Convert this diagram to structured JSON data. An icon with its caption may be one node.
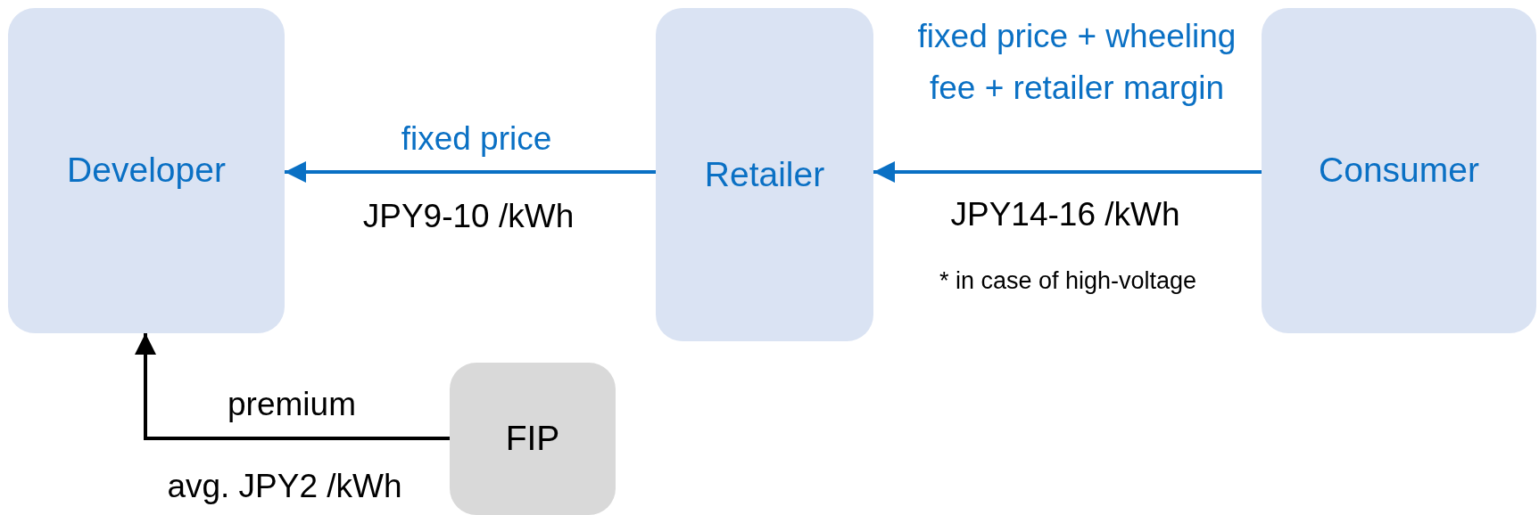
{
  "diagram": {
    "nodes": [
      {
        "text": [
          "Developer"
        ]
      },
      {
        "text": [
          "Retailer"
        ]
      },
      {
        "text": [
          "Consumer"
        ]
      },
      {
        "text": [
          "FIP"
        ]
      }
    ],
    "edges": [
      {
        "from": 1,
        "to": 0,
        "arrow": "to",
        "label": "fixed price"
      },
      {
        "from": 2,
        "to": 1,
        "arrow": "to",
        "label": "fixed price + wheeling fee + retailer margin"
      },
      {
        "from": 3,
        "to": 0,
        "arrow": "to",
        "label": "premium",
        "color": "#000000"
      }
    ],
    "labels": [
      "JPY9-10 /kWh",
      "JPY14-16 /kWh",
      "* in case of high-voltage",
      "avg. JPY2 /kWh"
    ]
  }
}
